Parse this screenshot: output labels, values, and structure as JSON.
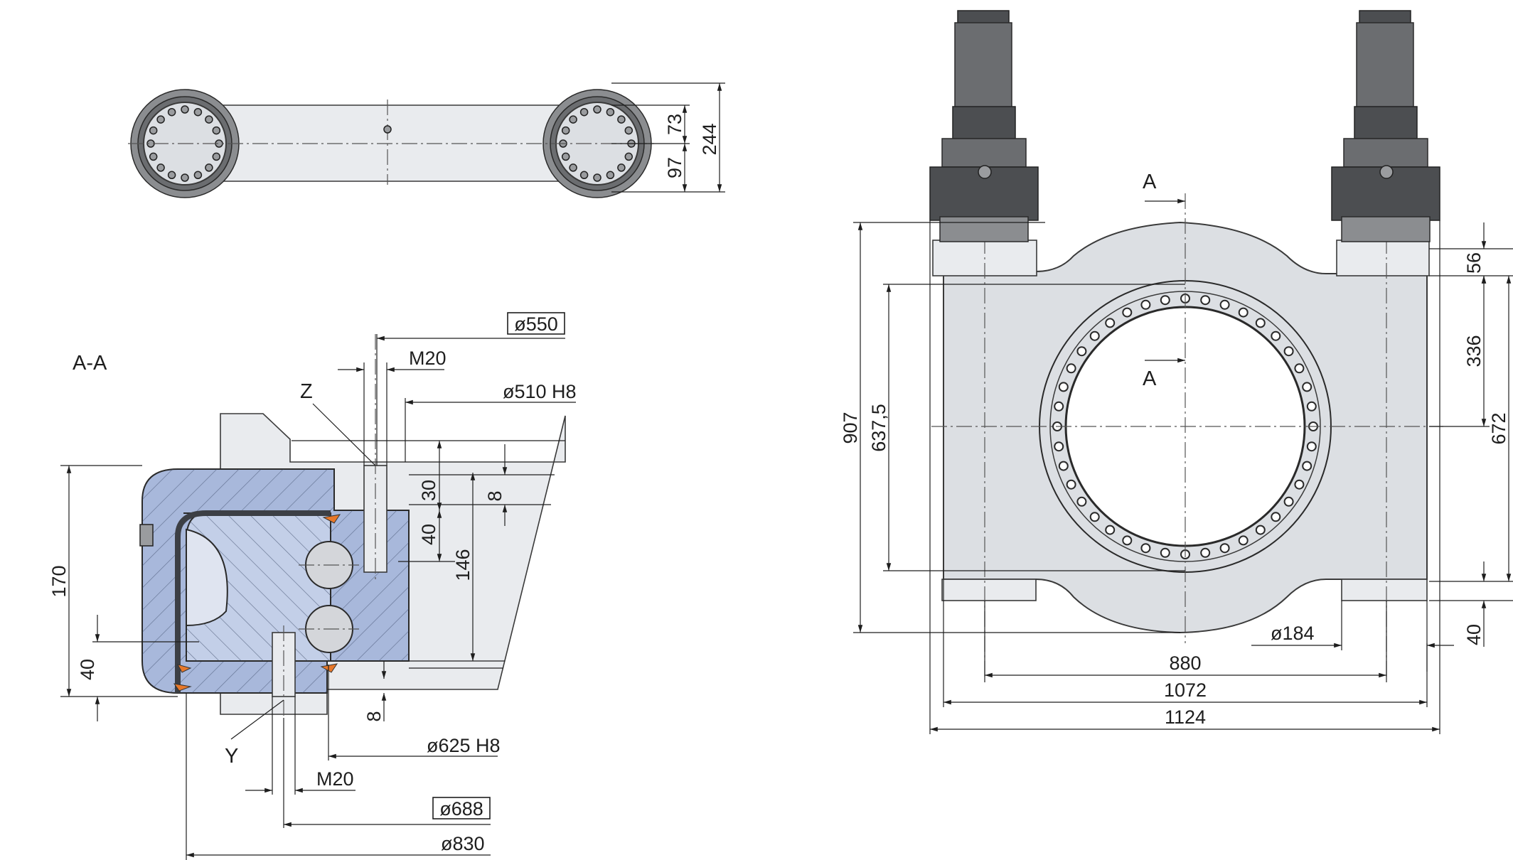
{
  "section_view": {
    "title": "A-A",
    "detail_labels": {
      "z": "Z",
      "y": "Y"
    },
    "dimensions": {
      "d550": "ø550",
      "m20_top": "M20",
      "d510": "ø510 H8",
      "d625": "ø625 H8",
      "m20_bottom": "M20",
      "d688": "ø688",
      "d830": "ø830",
      "h170": "170",
      "h40": "40",
      "h30": "30",
      "h40b": "40",
      "h146": "146",
      "h8_top": "8",
      "h8_bottom": "8"
    }
  },
  "top_view": {
    "dimensions": {
      "d73": "73",
      "d97": "97",
      "d244": "244"
    }
  },
  "front_view": {
    "section_marks": {
      "top": "A",
      "bottom": "A"
    },
    "dimensions": {
      "d907": "907",
      "d637": "637,5",
      "d56": "56",
      "d336": "336",
      "d672": "672",
      "d40": "40",
      "d184": "ø184",
      "d880": "880",
      "d1072": "1072",
      "d1124": "1124"
    }
  }
}
